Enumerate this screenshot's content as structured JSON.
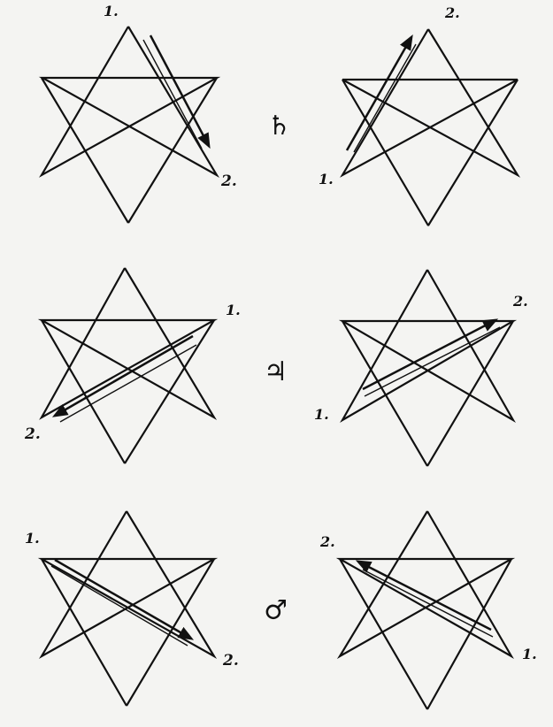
{
  "rows": [
    {
      "planet_symbol": "♄",
      "left": {
        "start_label": "1.",
        "end_label": "2."
      },
      "right": {
        "start_label": "1.",
        "end_label": "2."
      }
    },
    {
      "planet_symbol": "♃",
      "left": {
        "start_label": "1.",
        "end_label": "2."
      },
      "right": {
        "start_label": "1.",
        "end_label": "2."
      }
    },
    {
      "planet_symbol": "♂",
      "left": {
        "start_label": "1.",
        "end_label": "2."
      },
      "right": {
        "start_label": "1.",
        "end_label": "2."
      }
    }
  ],
  "colors": {
    "ink": "#111111",
    "paper": "#f4f4f2"
  }
}
